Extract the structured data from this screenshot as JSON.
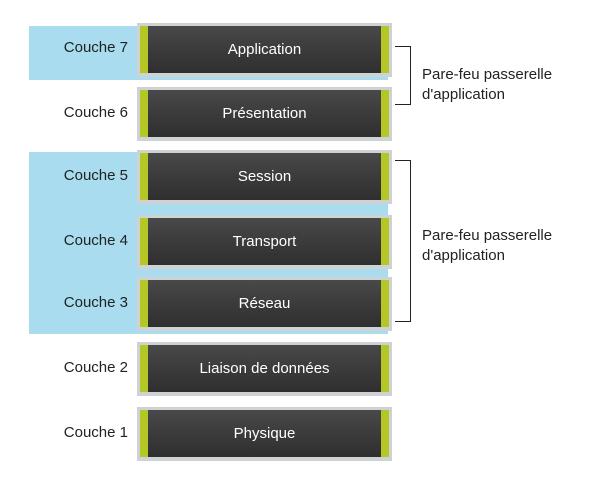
{
  "layers": [
    {
      "layer": "Couche 7",
      "name": "Application"
    },
    {
      "layer": "Couche 6",
      "name": "Présentation"
    },
    {
      "layer": "Couche 5",
      "name": "Session"
    },
    {
      "layer": "Couche 4",
      "name": "Transport"
    },
    {
      "layer": "Couche 3",
      "name": "Réseau"
    },
    {
      "layer": "Couche 2",
      "name": "Liaison de données"
    },
    {
      "layer": "Couche 1",
      "name": "Physique"
    }
  ],
  "annotations": [
    {
      "line1": "Pare-feu passerelle",
      "line2": "d'application"
    },
    {
      "line1": "Pare-feu passerelle",
      "line2": "d'application"
    }
  ],
  "colors": {
    "highlight": "#a8dcee",
    "box": "#3a3a3a",
    "accent": "#b5c724"
  }
}
